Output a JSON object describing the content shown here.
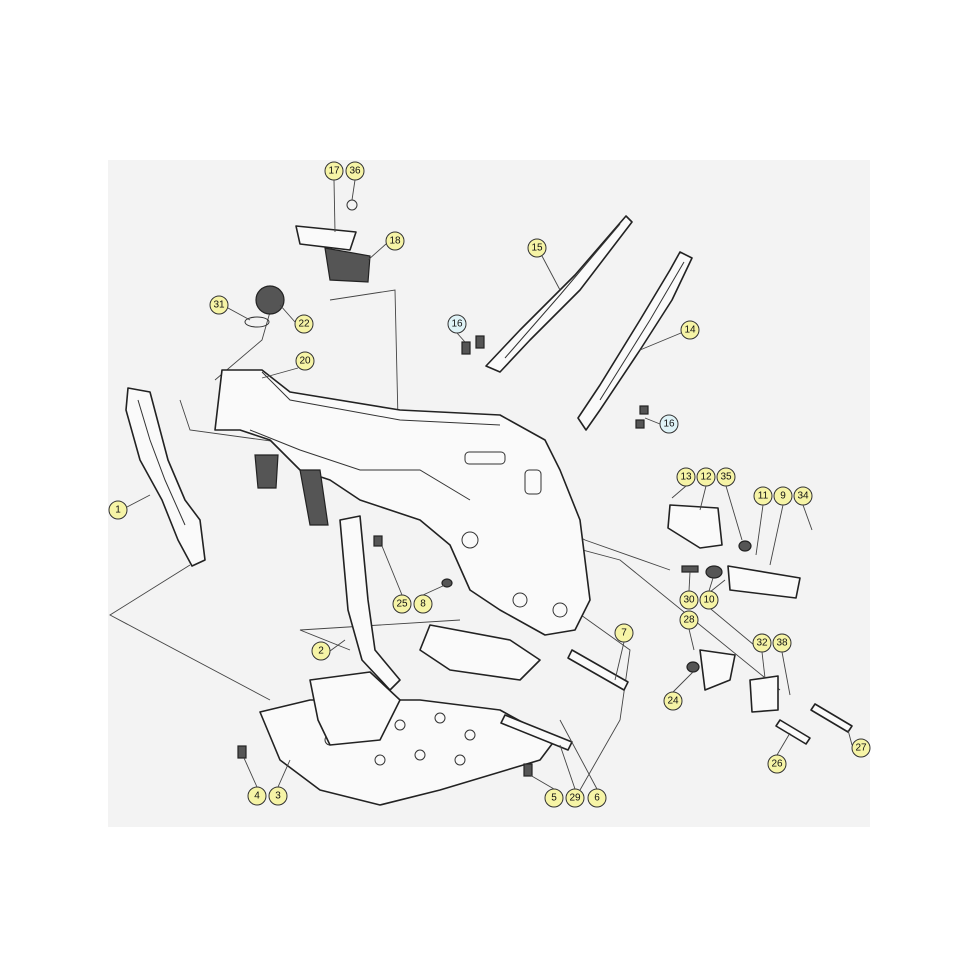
{
  "colors": {
    "callout_fill": "#f6f4a6",
    "callout_fill_highlight": "#dff3f7",
    "sheet_background": "#f3f3f3"
  },
  "callouts": [
    {
      "id": "c17",
      "label": "17"
    },
    {
      "id": "c36",
      "label": "36"
    },
    {
      "id": "c18",
      "label": "18"
    },
    {
      "id": "c31",
      "label": "31"
    },
    {
      "id": "c22",
      "label": "22"
    },
    {
      "id": "c20",
      "label": "20"
    },
    {
      "id": "c15",
      "label": "15"
    },
    {
      "id": "c16a",
      "label": "16",
      "highlight": true
    },
    {
      "id": "c14",
      "label": "14"
    },
    {
      "id": "c16b",
      "label": "16",
      "highlight": true
    },
    {
      "id": "c1",
      "label": "1"
    },
    {
      "id": "c13",
      "label": "13"
    },
    {
      "id": "c12",
      "label": "12"
    },
    {
      "id": "c35",
      "label": "35"
    },
    {
      "id": "c11",
      "label": "11"
    },
    {
      "id": "c9",
      "label": "9"
    },
    {
      "id": "c34",
      "label": "34"
    },
    {
      "id": "c25",
      "label": "25"
    },
    {
      "id": "c8",
      "label": "8"
    },
    {
      "id": "c30",
      "label": "30"
    },
    {
      "id": "c10",
      "label": "10"
    },
    {
      "id": "c28",
      "label": "28"
    },
    {
      "id": "c7",
      "label": "7"
    },
    {
      "id": "c2",
      "label": "2"
    },
    {
      "id": "c32",
      "label": "32"
    },
    {
      "id": "c38",
      "label": "38"
    },
    {
      "id": "c24",
      "label": "24"
    },
    {
      "id": "c27",
      "label": "27"
    },
    {
      "id": "c26",
      "label": "26"
    },
    {
      "id": "c4",
      "label": "4"
    },
    {
      "id": "c3",
      "label": "3"
    },
    {
      "id": "c5",
      "label": "5"
    },
    {
      "id": "c29",
      "label": "29"
    },
    {
      "id": "c6",
      "label": "6"
    }
  ]
}
